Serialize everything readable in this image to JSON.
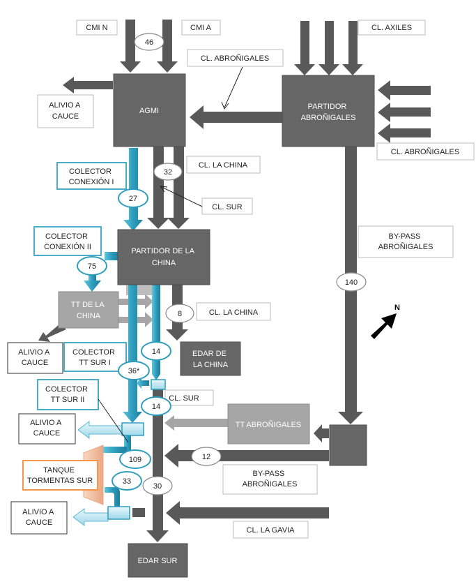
{
  "nodes": {
    "agmi": "AGMI",
    "partidor_abronigales": [
      "PARTIDOR",
      "ABROÑIGALES"
    ],
    "partidor_china": [
      "PARTIDOR DE LA",
      "CHINA"
    ],
    "tt_china": [
      "TT DE LA",
      "CHINA"
    ],
    "edar_china": [
      "EDAR DE",
      "LA CHINA"
    ],
    "tt_abronigales": "TT ABROÑIGALES",
    "edar_sur": "EDAR SUR",
    "tanque_tormentas": [
      "TANQUE",
      "TORMENTAS SUR"
    ]
  },
  "labels": {
    "cmi_n": "CMI N",
    "cmi_a": "CMI A",
    "cl_axiles": "CL. AXILES",
    "cl_abronigales_top": "CL. ABROÑIGALES",
    "cl_abronigales_right": "CL. ABROÑIGALES",
    "alivio_1": [
      "ALIVIO A",
      "CAUCE"
    ],
    "alivio_2": [
      "ALIVIO A",
      "CAUCE"
    ],
    "alivio_3": [
      "ALIVIO A",
      "CAUCE"
    ],
    "alivio_4": [
      "ALIVIO A",
      "CAUCE"
    ],
    "cl_la_china_1": "CL. LA CHINA",
    "cl_la_china_2": "CL. LA CHINA",
    "cl_sur_1": "CL. SUR",
    "cl_sur_2": "CL. SUR",
    "colector_conexion_1": [
      "COLECTOR",
      "CONEXIÓN I"
    ],
    "colector_conexion_2": [
      "COLECTOR",
      "CONEXIÓN II"
    ],
    "colector_tt_sur_1": [
      "COLECTOR",
      "TT SUR I"
    ],
    "colector_tt_sur_2": [
      "COLECTOR",
      "TT SUR II"
    ],
    "bypass_1": [
      "BY-PASS",
      "ABROÑIGALES"
    ],
    "bypass_2": [
      "BY-PASS",
      "ABROÑIGALES"
    ],
    "cl_la_gavia": "CL. LA GAVIA",
    "north": "N"
  },
  "flows": {
    "f46": "46",
    "f32": "32",
    "f27": "27",
    "f75": "75",
    "f140": "140",
    "f8": "8",
    "f14a": "14",
    "f36": "36*",
    "f14b": "14",
    "f12": "12",
    "f109": "109",
    "f33": "33",
    "f30": "30"
  },
  "colors": {
    "dark_arrow": "#595959",
    "dark_box": "#666666",
    "light_box": "#a6a6a6",
    "teal": "#2e9dbd",
    "teal_border": "#4aacc6",
    "orange_border": "#f79646",
    "tank_fill": "#f2c4a8",
    "pale_blue": "#bfe7f3"
  }
}
